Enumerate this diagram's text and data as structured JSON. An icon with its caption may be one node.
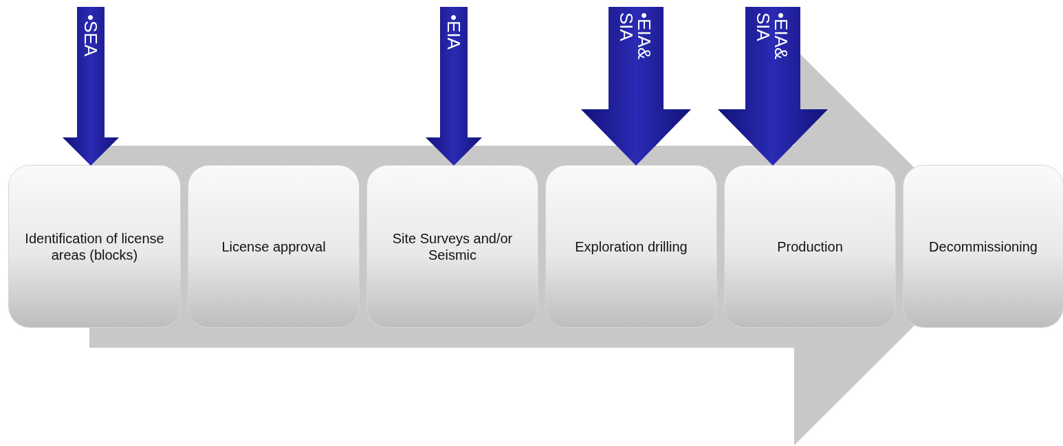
{
  "diagram": {
    "nodes": [
      {
        "text": [
          "Identification of license areas (blocks)"
        ]
      },
      {
        "text": [
          "License approval"
        ]
      },
      {
        "text": [
          "Site Surveys and/or Seismic"
        ]
      },
      {
        "text": [
          "Exploration drilling"
        ]
      },
      {
        "text": [
          "Production"
        ]
      },
      {
        "text": [
          "Decommissioning"
        ]
      }
    ],
    "edges": [
      {
        "from": 0,
        "to": 5,
        "arrow": "to",
        "style": "thick",
        "color": "#c8c8c8"
      },
      {
        "from": null,
        "to": 0,
        "arrow": "to",
        "style": "thick",
        "color": "#2a2ab4",
        "label": "•SEA"
      },
      {
        "from": null,
        "to": 2,
        "arrow": "to",
        "style": "thick",
        "color": "#2a2ab4",
        "label": "•EIA"
      },
      {
        "from": null,
        "to": 3,
        "arrow": "to",
        "style": "thick",
        "color": "#2a2ab4",
        "label": "•EIA& SIA"
      },
      {
        "from": null,
        "to": 4,
        "arrow": "to",
        "style": "thick",
        "color": "#2a2ab4",
        "label": "•EIA& SIA"
      }
    ]
  }
}
